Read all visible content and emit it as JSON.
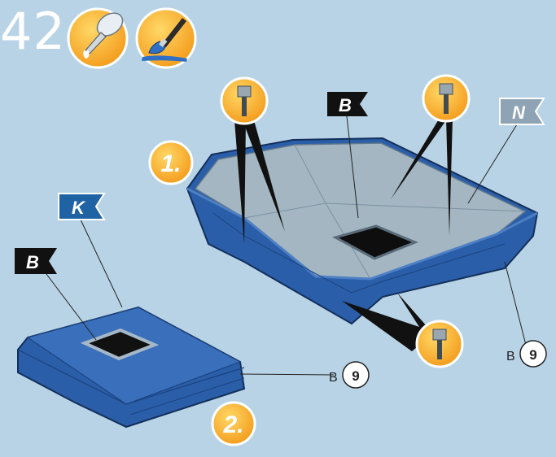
{
  "step_number": "42",
  "icons": {
    "glue": "glue-bottle-icon",
    "paint": "paint-brush-icon",
    "screwdriver": "screwdriver-icon"
  },
  "substeps": [
    {
      "label": "1."
    },
    {
      "label": "2."
    }
  ],
  "part_flags": {
    "b_top": "B",
    "n": "N",
    "k": "K",
    "b_left": "B"
  },
  "screw_refs": [
    {
      "letter": "B",
      "count": "9"
    },
    {
      "letter": "B",
      "count": "9"
    }
  ],
  "colors": {
    "background": "#b9d3e6",
    "hull_blue": "#2a5ea8",
    "interior_grey": "#a3b6c2",
    "badge_yellow": "#f7b52a",
    "flag_navy": "#1f63a5",
    "flag_black": "#111111",
    "flag_grey": "#8ea4b4"
  }
}
